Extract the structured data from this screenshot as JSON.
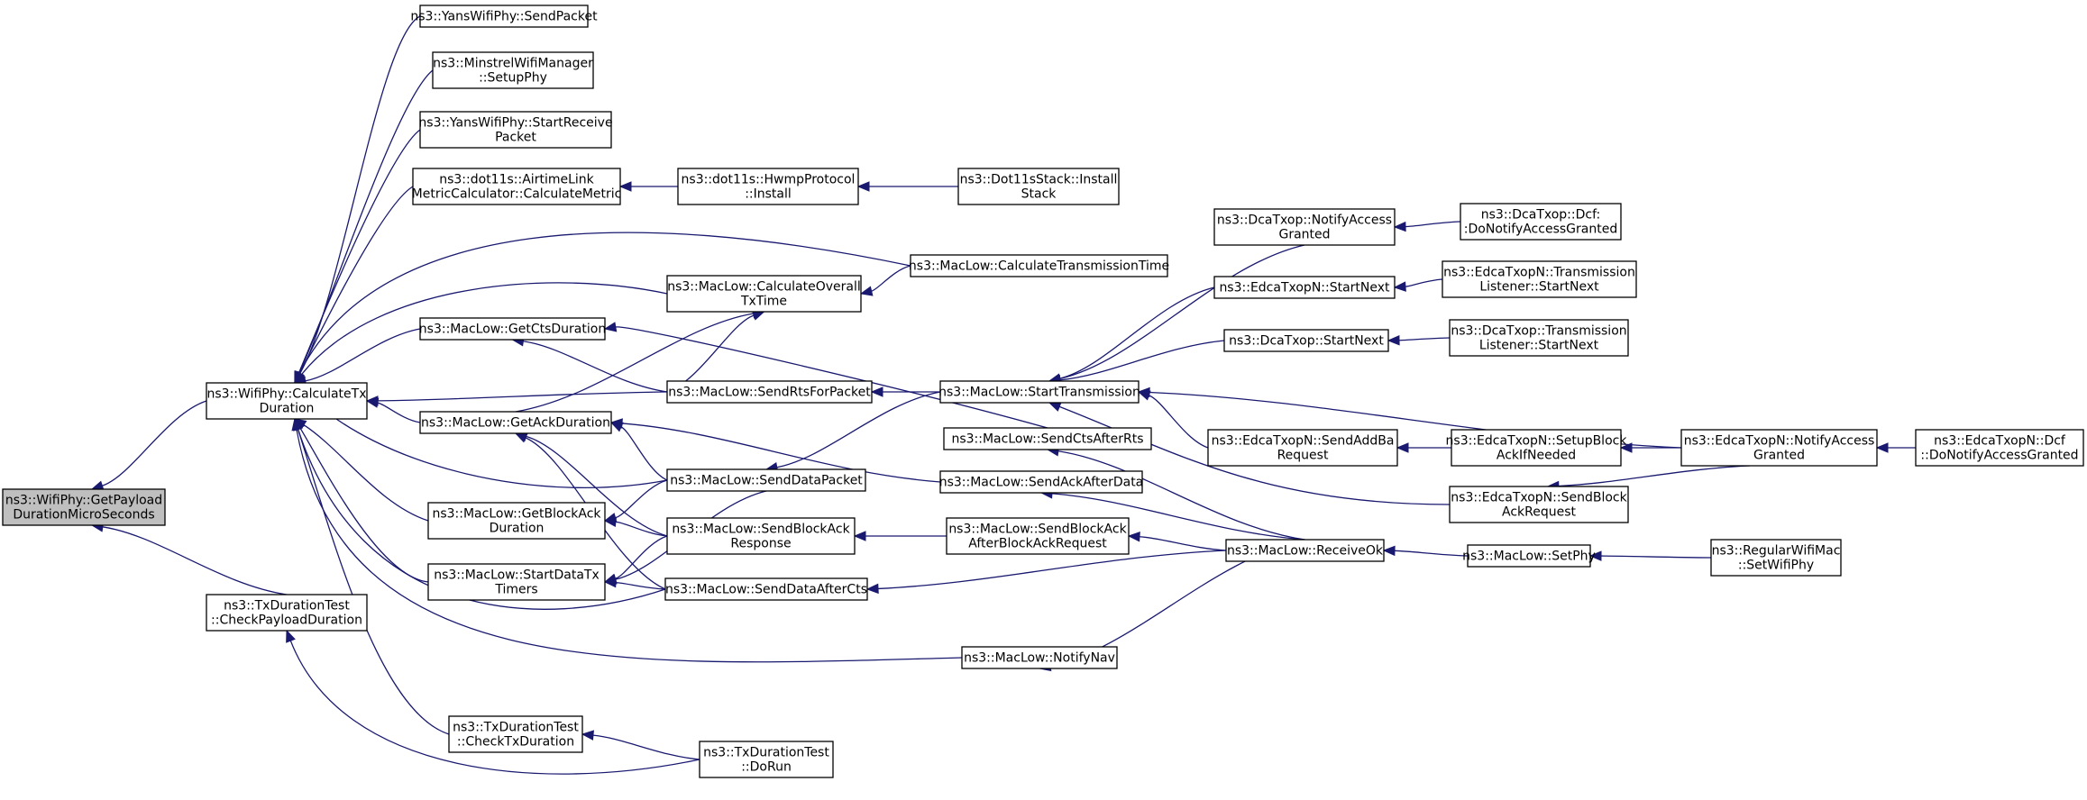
{
  "graph": {
    "arrow_color": "#191970",
    "root_fill": "#bfbfbf",
    "nodes": [
      {
        "id": "root",
        "lines": [
          "ns3::WifiPhy::GetPayload",
          "DurationMicroSeconds"
        ]
      },
      {
        "id": "calctx",
        "lines": [
          "ns3::WifiPhy::CalculateTx",
          "Duration"
        ]
      },
      {
        "id": "txdt_cpd",
        "lines": [
          "ns3::TxDurationTest",
          "::CheckPayloadDuration"
        ]
      },
      {
        "id": "yans_send",
        "lines": [
          "ns3::YansWifiPhy::SendPacket"
        ]
      },
      {
        "id": "minstrel",
        "lines": [
          "ns3::MinstrelWifiManager",
          "::SetupPhy"
        ]
      },
      {
        "id": "yans_start",
        "lines": [
          "ns3::YansWifiPhy::StartReceive",
          "Packet"
        ]
      },
      {
        "id": "airtime",
        "lines": [
          "ns3::dot11s::AirtimeLink",
          "MetricCalculator::CalculateMetric"
        ]
      },
      {
        "id": "hwmp",
        "lines": [
          "ns3::dot11s::HwmpProtocol",
          "::Install"
        ]
      },
      {
        "id": "dot11s_install",
        "lines": [
          "ns3::Dot11sStack::Install",
          "Stack"
        ]
      },
      {
        "id": "calc_trans",
        "lines": [
          "ns3::MacLow::CalculateTransmissionTime"
        ]
      },
      {
        "id": "calc_overall",
        "lines": [
          "ns3::MacLow::CalculateOverall",
          "TxTime"
        ]
      },
      {
        "id": "getcts",
        "lines": [
          "ns3::MacLow::GetCtsDuration"
        ]
      },
      {
        "id": "sendrts",
        "lines": [
          "ns3::MacLow::SendRtsForPacket"
        ]
      },
      {
        "id": "getack",
        "lines": [
          "ns3::MacLow::GetAckDuration"
        ]
      },
      {
        "id": "senddata",
        "lines": [
          "ns3::MacLow::SendDataPacket"
        ]
      },
      {
        "id": "getblockack",
        "lines": [
          "ns3::MacLow::GetBlockAck",
          "Duration"
        ]
      },
      {
        "id": "sendblockack_resp",
        "lines": [
          "ns3::MacLow::SendBlockAck",
          "Response"
        ]
      },
      {
        "id": "startdatatx",
        "lines": [
          "ns3::MacLow::StartDataTx",
          "Timers"
        ]
      },
      {
        "id": "senddataaftercts",
        "lines": [
          "ns3::MacLow::SendDataAfterCts"
        ]
      },
      {
        "id": "txdt_ctd",
        "lines": [
          "ns3::TxDurationTest",
          "::CheckTxDuration"
        ]
      },
      {
        "id": "txdt_dorun",
        "lines": [
          "ns3::TxDurationTest",
          "::DoRun"
        ]
      },
      {
        "id": "starttrans",
        "lines": [
          "ns3::MacLow::StartTransmission"
        ]
      },
      {
        "id": "sendctsafterrts",
        "lines": [
          "ns3::MacLow::SendCtsAfterRts"
        ]
      },
      {
        "id": "sendackafterdata",
        "lines": [
          "ns3::MacLow::SendAckAfterData"
        ]
      },
      {
        "id": "sendblockack_after",
        "lines": [
          "ns3::MacLow::SendBlockAck",
          "AfterBlockAckRequest"
        ]
      },
      {
        "id": "receiveok",
        "lines": [
          "ns3::MacLow::ReceiveOk"
        ]
      },
      {
        "id": "notifynav",
        "lines": [
          "ns3::MacLow::NotifyNav"
        ]
      },
      {
        "id": "dca_notify",
        "lines": [
          "ns3::DcaTxop::NotifyAccess",
          "Granted"
        ]
      },
      {
        "id": "dca_dcf",
        "lines": [
          "ns3::DcaTxop::Dcf:",
          ":DoNotifyAccessGranted"
        ]
      },
      {
        "id": "edca_startnext",
        "lines": [
          "ns3::EdcaTxopN::StartNext"
        ]
      },
      {
        "id": "edca_tl_startnext",
        "lines": [
          "ns3::EdcaTxopN::Transmission",
          "Listener::StartNext"
        ]
      },
      {
        "id": "dca_startnext",
        "lines": [
          "ns3::DcaTxop::StartNext"
        ]
      },
      {
        "id": "dca_tl_startnext",
        "lines": [
          "ns3::DcaTxop::Transmission",
          "Listener::StartNext"
        ]
      },
      {
        "id": "edca_sendaddba",
        "lines": [
          "ns3::EdcaTxopN::SendAddBa",
          "Request"
        ]
      },
      {
        "id": "edca_setupblock",
        "lines": [
          "ns3::EdcaTxopN::SetupBlock",
          "AckIfNeeded"
        ]
      },
      {
        "id": "edca_notify",
        "lines": [
          "ns3::EdcaTxopN::NotifyAccess",
          "Granted"
        ]
      },
      {
        "id": "edca_dcf",
        "lines": [
          "ns3::EdcaTxopN::Dcf",
          "::DoNotifyAccessGranted"
        ]
      },
      {
        "id": "edca_sendblockackreq",
        "lines": [
          "ns3::EdcaTxopN::SendBlock",
          "AckRequest"
        ]
      },
      {
        "id": "setphy",
        "lines": [
          "ns3::MacLow::SetPhy"
        ]
      },
      {
        "id": "regular_setwifiphy",
        "lines": [
          "ns3::RegularWifiMac",
          "::SetWifiPhy"
        ]
      }
    ]
  }
}
